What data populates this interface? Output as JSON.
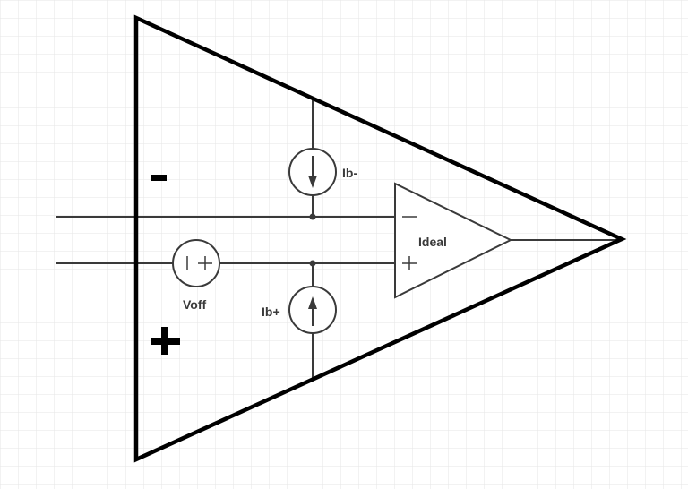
{
  "diagram": {
    "outer_amp": {
      "minus_label": "-",
      "plus_label": "+"
    },
    "ideal_amp": {
      "label": "Ideal",
      "inv_symbol": "−",
      "noninv_symbol": "+"
    },
    "current_source_minus": {
      "label": "Ib-"
    },
    "current_source_plus": {
      "label": "Ib+"
    },
    "offset_source": {
      "label": "Voff",
      "symbol": "| +"
    }
  },
  "colors": {
    "grid": "#e6e6e6",
    "outline": "#000000",
    "wire": "#3a3a3a"
  }
}
